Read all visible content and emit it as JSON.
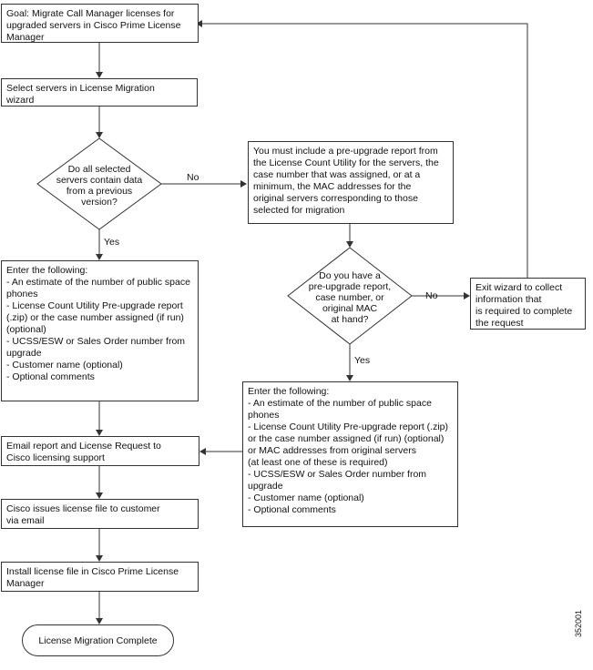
{
  "boxes": {
    "goal": "Goal: Migrate Call Manager licenses for\nupgraded servers in Cisco Prime License\nManager",
    "select": "Select servers in License Migration\nwizard",
    "must_include": "You must include a pre-upgrade report from\nthe License Count Utility for the servers, the\ncase number that was assigned, or at a\nminimum, the MAC addresses for the\noriginal servers corresponding to those\nselected for migration",
    "enter_left": "Enter the following:\n- An estimate of the number of public space\nphones\n- License Count Utility Pre-upgrade report\n(.zip) or the case number assigned (if run)\n(optional)\n- UCSS/ESW or Sales Order number from\nupgrade\n- Customer name (optional)\n- Optional comments",
    "exit_wizard": "Exit wizard to collect\ninformation that\nis required to complete\nthe request",
    "enter_right": "Enter the following:\n- An estimate of the number of public space\nphones\n- License Count Utility Pre-upgrade report (.zip)\nor the case number assigned (if run) (optional)\nor MAC addresses from original servers\n(at least one of these is required)\n- UCSS/ESW or Sales Order number from\nupgrade\n- Customer name (optional)\n- Optional comments",
    "email": "Email report and License Request to\nCisco licensing support",
    "issues": "Cisco issues license file to customer\nvia email",
    "install": "Install license file in Cisco Prime License\nManager"
  },
  "decisions": {
    "d1": "Do all selected\nservers contain data\nfrom a previous\nversion?",
    "d2": "Do you have a\npre-upgrade report,\ncase number, or\noriginal MAC\nat hand?"
  },
  "labels": {
    "no1": "No",
    "yes1": "Yes",
    "no2": "No",
    "yes2": "Yes"
  },
  "terminal": "License Migration Complete",
  "figure_id": "352001"
}
